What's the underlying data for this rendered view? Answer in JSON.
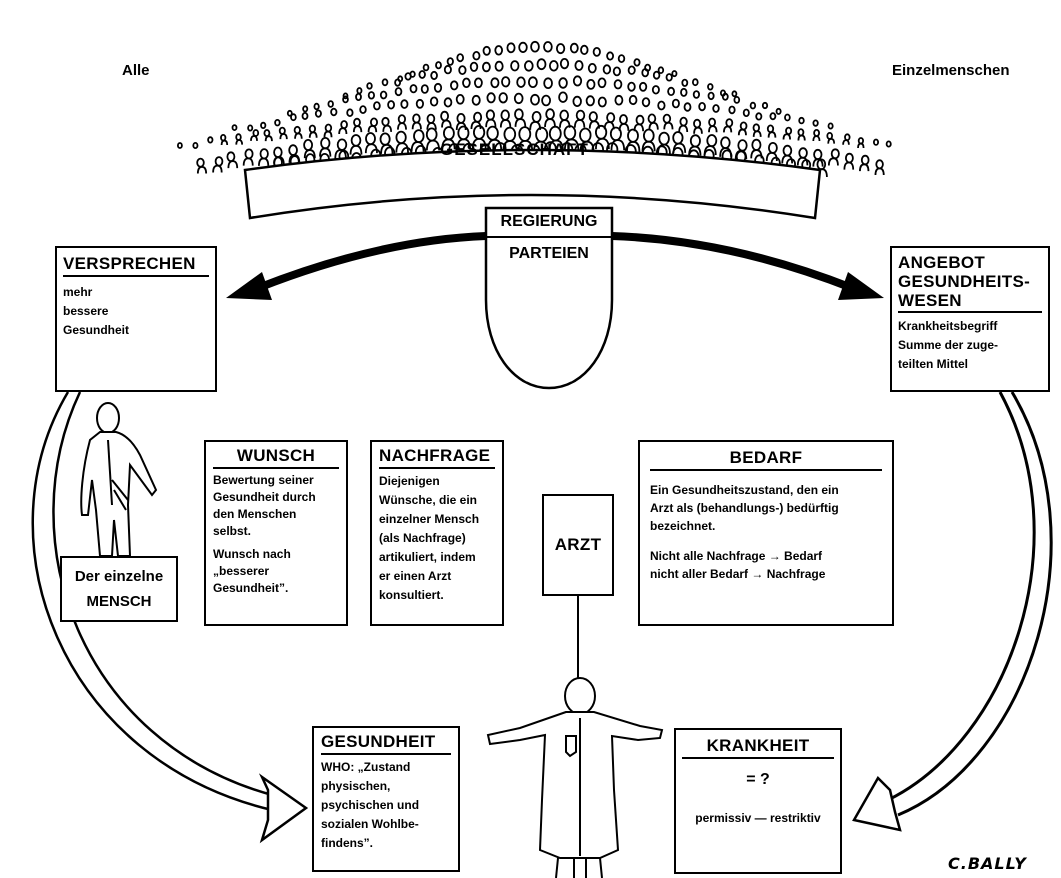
{
  "labels": {
    "alle": "Alle",
    "einzelmenschen": "Einzelmenschen",
    "gesellschaft": "GESELLSCHAFT",
    "regierung": "REGIERUNG",
    "parteien": "PARTEIEN",
    "arzt": "ARZT",
    "signature": "C.BALLY"
  },
  "versprechen": {
    "title": "VERSPRECHEN",
    "lines": [
      "mehr",
      "bessere",
      "Gesundheit"
    ]
  },
  "angebot": {
    "title_lines": [
      "ANGEBOT",
      "GESUNDHEITS-",
      "WESEN"
    ],
    "lines": [
      "Krankheitsbegriff",
      "Summe der zuge-",
      "teilten Mittel"
    ]
  },
  "mensch": {
    "lines": [
      "Der einzelne",
      "MENSCH"
    ]
  },
  "wunsch": {
    "title": "WUNSCH",
    "lines": [
      "Bewertung seiner",
      "Gesundheit durch",
      "den Menschen",
      "selbst.",
      "",
      "Wunsch nach",
      "„besserer",
      "Gesundheit”."
    ]
  },
  "nachfrage": {
    "title": "NACHFRAGE",
    "lines": [
      "Diejenigen",
      "Wünsche, die ein",
      "einzelner Mensch",
      "(als Nachfrage)",
      "artikuliert, indem",
      "er einen Arzt",
      "konsultiert."
    ]
  },
  "bedarf": {
    "title": "BEDARF",
    "lines": [
      "Ein Gesundheitszustand, den ein",
      "Arzt als (behandlungs-) bedürftig",
      "bezeichnet."
    ],
    "rules": [
      "Nicht alle Nachfrage → Bedarf",
      "nicht aller Bedarf  →  Nachfrage"
    ]
  },
  "gesundheit": {
    "title": "GESUNDHEIT",
    "lines": [
      "WHO: „Zustand",
      "physischen,",
      "psychischen und",
      "sozialen Wohlbe-",
      "findens”."
    ]
  },
  "krankheit": {
    "title": "KRANKHEIT",
    "value": "= ?",
    "range": "permissiv — restriktiv"
  }
}
